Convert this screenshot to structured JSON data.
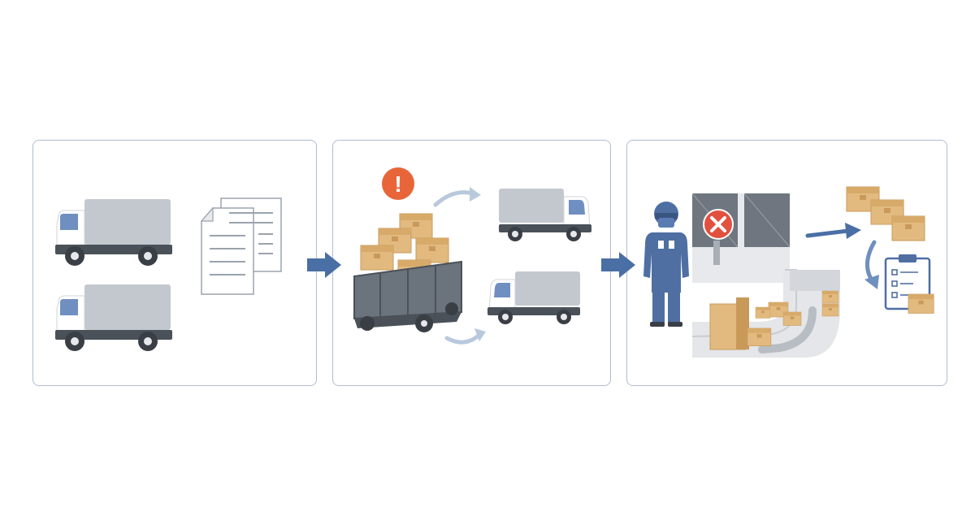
{
  "colors": {
    "panel_border": "#aebdd3",
    "flow_arrow": "#4a6fa5",
    "truck_cargo": "#c3c8cf",
    "truck_cab": "#ffffff",
    "truck_window": "#6f8fc0",
    "truck_chassis": "#4a5159",
    "tire": "#3a3f46",
    "box": "#e2ba7f",
    "box_dark": "#c9995a",
    "alert": "#e8653a",
    "reject": "#e2513f",
    "worker": "#4f6fa3",
    "light_arrow": "#b9c9dc"
  },
  "panels": [
    {
      "step": 1,
      "icons": [
        "truck-icon",
        "truck-icon",
        "documents-icon"
      ]
    },
    {
      "step": 2,
      "icons": [
        "alert-icon",
        "loaded-cart-icon",
        "curved-arrow-icon",
        "truck-icon",
        "curved-arrow-icon",
        "truck-icon"
      ]
    },
    {
      "step": 3,
      "icons": [
        "worker-icon",
        "dock-doors-icon",
        "reject-icon",
        "conveyor-icon",
        "boxes-icon",
        "arrow-right-icon",
        "curved-arrow-icon",
        "clipboard-checklist-icon"
      ]
    }
  ],
  "alert_symbol": "!"
}
